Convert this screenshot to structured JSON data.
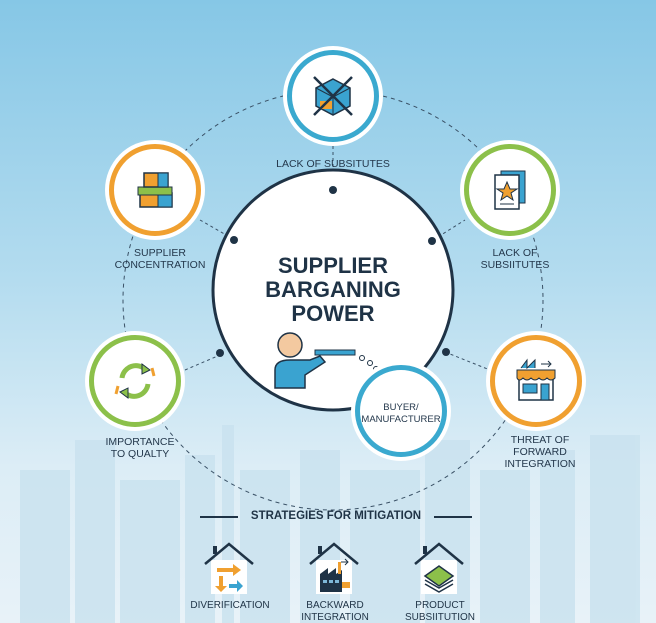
{
  "center": {
    "title_lines": [
      "SUPPLIER",
      "BARGANING",
      "POWER"
    ]
  },
  "factors": [
    {
      "label": "LACK OF SUBSITUTES",
      "icon": "crossed-box-icon",
      "color": "#3aa9cf"
    },
    {
      "label_lines": [
        "SUPPLIER",
        "CONCENTRATION"
      ],
      "icon": "stacked-boxes-icon",
      "color": "#f0a030"
    },
    {
      "label_lines": [
        "LACK OF",
        "SUBSIITUTES"
      ],
      "icon": "star-document-icon",
      "color": "#8cc04a"
    },
    {
      "label_lines": [
        "IMPORTANCE",
        "TO QUALTY"
      ],
      "icon": "recycle-arrows-icon",
      "color": "#8cc04a"
    },
    {
      "label_lines": [
        "THREAT OF",
        "FORWARD",
        "INTEGRATION"
      ],
      "icon": "storefront-icon",
      "color": "#f0a030"
    }
  ],
  "buyer": {
    "label_lines": [
      "BUYER/",
      "MANUFACTURER"
    ],
    "color": "#3aa9cf"
  },
  "strategies": {
    "heading": "STRATEGIES FOR MITIGATION",
    "items": [
      {
        "label_lines": [
          "DIVERIFICATION"
        ],
        "icon": "diversification-house-icon"
      },
      {
        "label_lines": [
          "BACKWARD",
          "INTEGRATION"
        ],
        "icon": "factory-house-icon"
      },
      {
        "label_lines": [
          "PRODUCT",
          "SUBSIITUTION"
        ],
        "icon": "layers-house-icon"
      }
    ]
  }
}
